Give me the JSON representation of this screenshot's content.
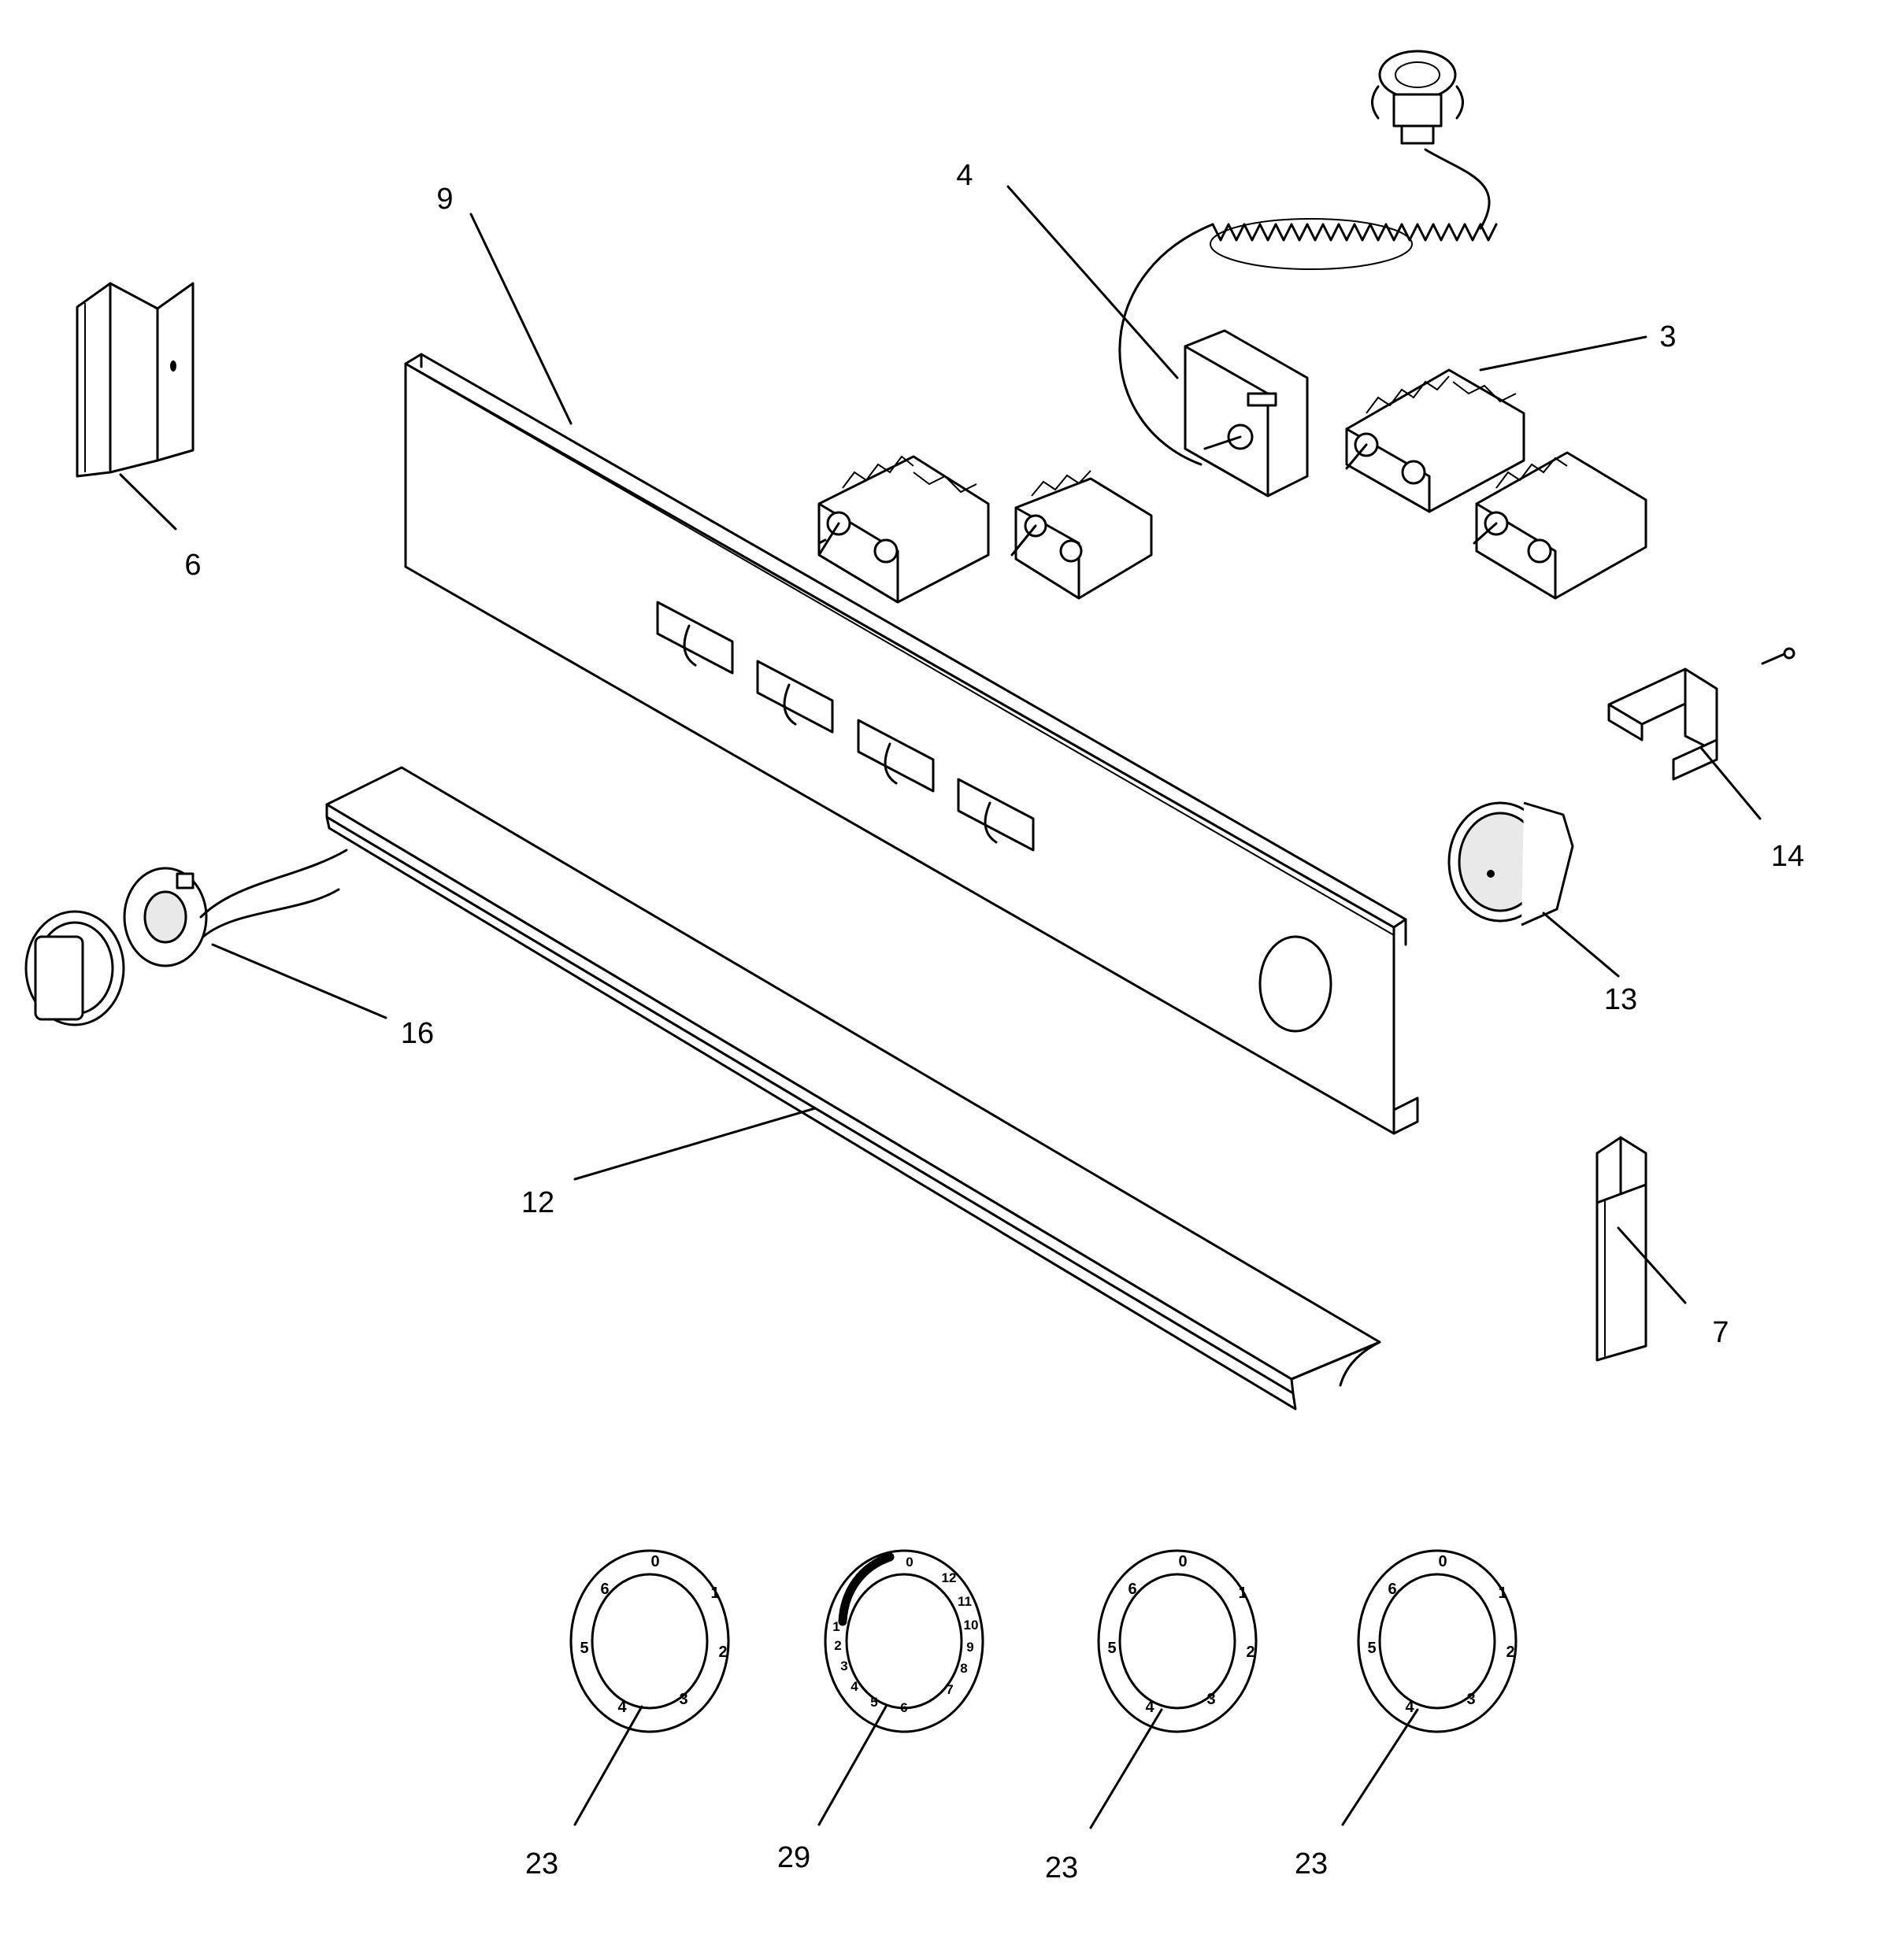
{
  "labels": {
    "part_3": "3",
    "part_4": "4",
    "part_6": "6",
    "part_7": "7",
    "part_9": "9",
    "part_12": "12",
    "part_13": "13",
    "part_14": "14",
    "part_16": "16",
    "part_23_a": "23",
    "part_29": "29",
    "part_23_b": "23",
    "part_23_c": "23"
  },
  "dials": {
    "six_step": [
      "0",
      "1",
      "2",
      "3",
      "4",
      "5",
      "6"
    ],
    "twelve_step": [
      "0",
      "12",
      "11",
      "10",
      "9",
      "8",
      "7",
      "6",
      "5",
      "4",
      "3",
      "2",
      "1"
    ]
  }
}
